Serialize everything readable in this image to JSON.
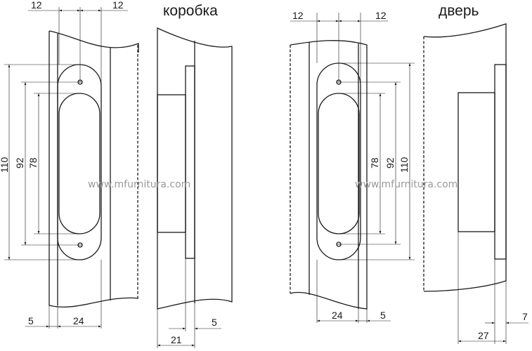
{
  "titles": {
    "frame": "коробка",
    "door": "дверь"
  },
  "watermark": "www.mfurnitura.com",
  "left_front": {
    "top_left": "12",
    "top_right": "12",
    "h110": "110",
    "h92": "92",
    "h78": "78",
    "b5": "5",
    "b24": "24"
  },
  "left_side": {
    "b5": "5",
    "b21": "21"
  },
  "right_front": {
    "top_left": "12",
    "top_right": "12",
    "h78": "78",
    "h92": "92",
    "h110": "110",
    "b24": "24",
    "b5": "5"
  },
  "right_side": {
    "b7": "7",
    "b27": "27"
  }
}
